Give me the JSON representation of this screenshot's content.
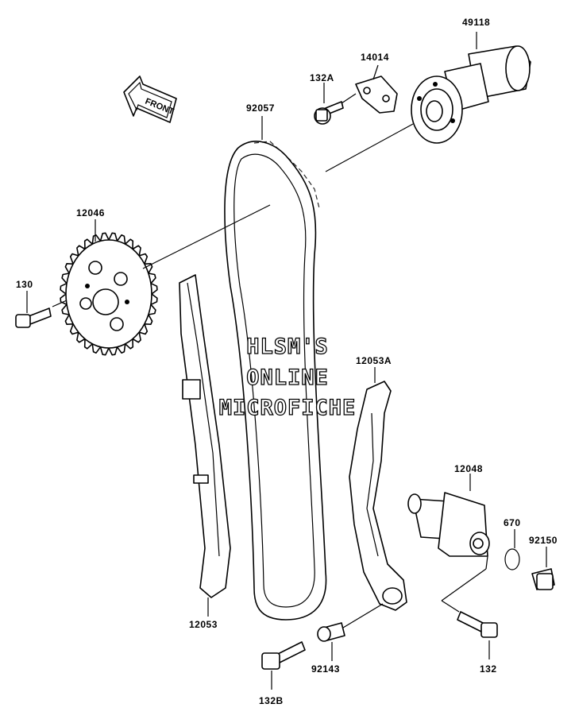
{
  "watermark": {
    "line1": "HLSM'S",
    "line2": "ONLINE",
    "line3": "MICROFICHE"
  },
  "front_arrow": {
    "label": "FRONT"
  },
  "parts": [
    {
      "key": "camshaft",
      "number": "49118"
    },
    {
      "key": "plate",
      "number": "14014"
    },
    {
      "key": "bolt-132a",
      "number": "132A"
    },
    {
      "key": "chain",
      "number": "92057"
    },
    {
      "key": "sprocket",
      "number": "12046"
    },
    {
      "key": "bolt-130",
      "number": "130"
    },
    {
      "key": "guide-rear",
      "number": "12053A"
    },
    {
      "key": "tensioner",
      "number": "12048"
    },
    {
      "key": "o-ring",
      "number": "670"
    },
    {
      "key": "bolt-92150",
      "number": "92150"
    },
    {
      "key": "guide-front",
      "number": "12053"
    },
    {
      "key": "collar",
      "number": "92143"
    },
    {
      "key": "bolt-132",
      "number": "132"
    },
    {
      "key": "bolt-132b",
      "number": "132B"
    }
  ]
}
